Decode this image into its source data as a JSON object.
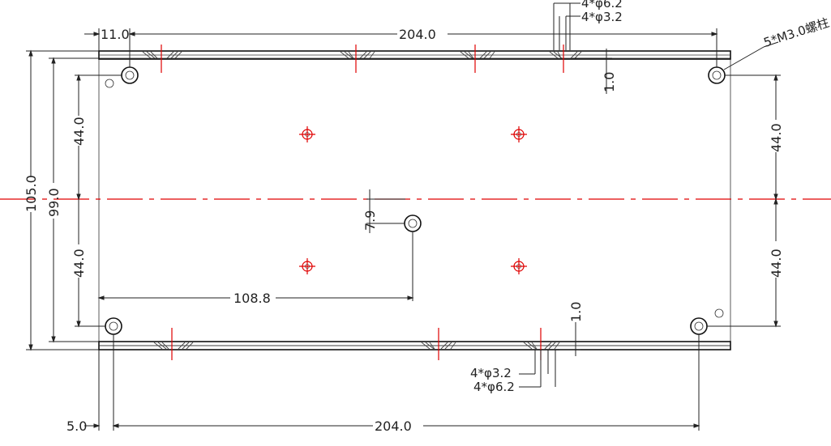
{
  "dimensions": {
    "top_offset": "11.0",
    "top_span": "204.0",
    "bottom_offset": "5.0",
    "bottom_span": "204.0",
    "overall_height": "105.0",
    "inner_height": "99.0",
    "left_upper_half": "44.0",
    "left_lower_half": "44.0",
    "right_upper_half": "44.0",
    "right_lower_half": "44.0",
    "center_offset": "7.9",
    "center_hole_x": "108.8",
    "top_rail_gap": "1.0",
    "bottom_rail_gap": "1.0"
  },
  "callouts": {
    "top_outer_hole": "4*φ6.2",
    "top_inner_hole": "4*φ3.2",
    "bottom_inner_hole": "4*φ3.2",
    "bottom_outer_hole": "4*φ6.2",
    "screw_note": "5*M3.0螺柱"
  },
  "colors": {
    "line": "#222222",
    "center_mark": "#e00000"
  }
}
